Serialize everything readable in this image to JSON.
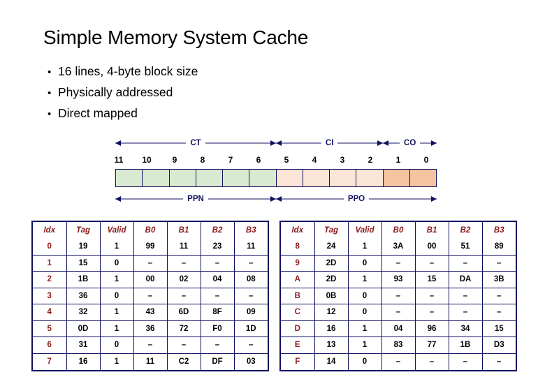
{
  "slide": {
    "title": "Simple Memory System Cache",
    "bullets": [
      "16 lines, 4-byte block size",
      "Physically addressed",
      "Direct mapped"
    ],
    "bullet_marker": "•"
  },
  "address_diagram": {
    "top_fields": [
      {
        "label": "CT",
        "bits": 6
      },
      {
        "label": "CI",
        "bits": 4
      },
      {
        "label": "CO",
        "bits": 2
      }
    ],
    "bottom_fields": [
      {
        "label": "PPN",
        "bits": 6
      },
      {
        "label": "PPO",
        "bits": 6
      }
    ],
    "bit_numbers": [
      "11",
      "10",
      "9",
      "8",
      "7",
      "6",
      "5",
      "4",
      "3",
      "2",
      "1",
      "0"
    ],
    "cell_colors": [
      "#d8ead0",
      "#d8ead0",
      "#d8ead0",
      "#d8ead0",
      "#d8ead0",
      "#d8ead0",
      "#fbe5d6",
      "#fbe5d6",
      "#fbe5d6",
      "#fbe5d6",
      "#f5c3a0",
      "#f5c3a0"
    ],
    "colors": {
      "tag_field": "#d8ead0",
      "index_field": "#fbe5d6",
      "offset_field": "#f5c3a0",
      "arrow": "#101060",
      "border": "#101060"
    }
  },
  "cache_tables": {
    "columns": [
      "Idx",
      "Tag",
      "Valid",
      "B0",
      "B1",
      "B2",
      "B3"
    ],
    "low": {
      "rows": [
        [
          "0",
          "19",
          "1",
          "99",
          "11",
          "23",
          "11"
        ],
        [
          "1",
          "15",
          "0",
          "–",
          "–",
          "–",
          "–"
        ],
        [
          "2",
          "1B",
          "1",
          "00",
          "02",
          "04",
          "08"
        ],
        [
          "3",
          "36",
          "0",
          "–",
          "–",
          "–",
          "–"
        ],
        [
          "4",
          "32",
          "1",
          "43",
          "6D",
          "8F",
          "09"
        ],
        [
          "5",
          "0D",
          "1",
          "36",
          "72",
          "F0",
          "1D"
        ],
        [
          "6",
          "31",
          "0",
          "–",
          "–",
          "–",
          "–"
        ],
        [
          "7",
          "16",
          "1",
          "11",
          "C2",
          "DF",
          "03"
        ]
      ]
    },
    "high": {
      "rows": [
        [
          "8",
          "24",
          "1",
          "3A",
          "00",
          "51",
          "89"
        ],
        [
          "9",
          "2D",
          "0",
          "–",
          "–",
          "–",
          "–"
        ],
        [
          "A",
          "2D",
          "1",
          "93",
          "15",
          "DA",
          "3B"
        ],
        [
          "B",
          "0B",
          "0",
          "–",
          "–",
          "–",
          "–"
        ],
        [
          "C",
          "12",
          "0",
          "–",
          "–",
          "–",
          "–"
        ],
        [
          "D",
          "16",
          "1",
          "04",
          "96",
          "34",
          "15"
        ],
        [
          "E",
          "13",
          "1",
          "83",
          "77",
          "1B",
          "D3"
        ],
        [
          "F",
          "14",
          "0",
          "–",
          "–",
          "–",
          "–"
        ]
      ]
    },
    "colors": {
      "header_text": "#8b1a1a",
      "idx_text": "#8b1a1a",
      "value_text": "#000000",
      "border": "#101060"
    }
  }
}
